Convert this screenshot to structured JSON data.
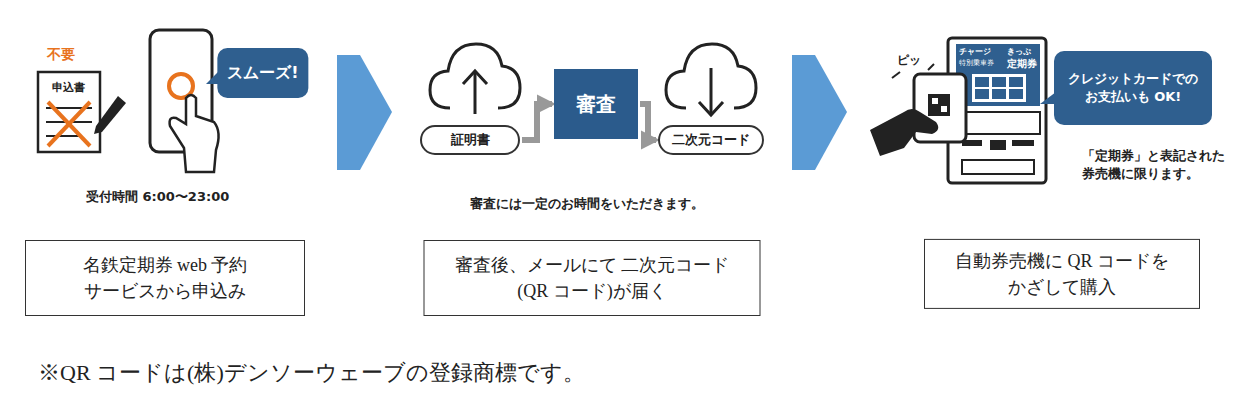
{
  "diagram": {
    "nodes": [
      {
        "text": [
          "スムーズ!"
        ]
      },
      {
        "text": [
          "証明書"
        ]
      },
      {
        "text": [
          "審査"
        ]
      },
      {
        "text": [
          "二次元コード"
        ]
      },
      {
        "text": [
          "クレジットカードでの お支払いも OK!"
        ]
      },
      {
        "text": [
          "名鉄定期券 web 予約 サービスから申込み"
        ]
      },
      {
        "text": [
          "審査後、メールにて 二次元コード(QR コード)が届く"
        ]
      },
      {
        "text": [
          "自動券売機に QR コードを かざして購入"
        ]
      }
    ],
    "edges": [
      {
        "from": 1,
        "to": 2,
        "arrow": "to"
      },
      {
        "from": 2,
        "to": 3,
        "arrow": "to"
      }
    ],
    "labels": [
      "不要",
      "申込書",
      "受付時間 6:00〜23:00",
      "審査には一定のお時間をいただきます。",
      "ピッ",
      "チャージ",
      "きっぷ",
      "特別乗車券",
      "定期券",
      "「定期券」と表記された 券売機に限ります。",
      "※QR コードは(株)デンソーウェーブの登録商標です。"
    ]
  }
}
